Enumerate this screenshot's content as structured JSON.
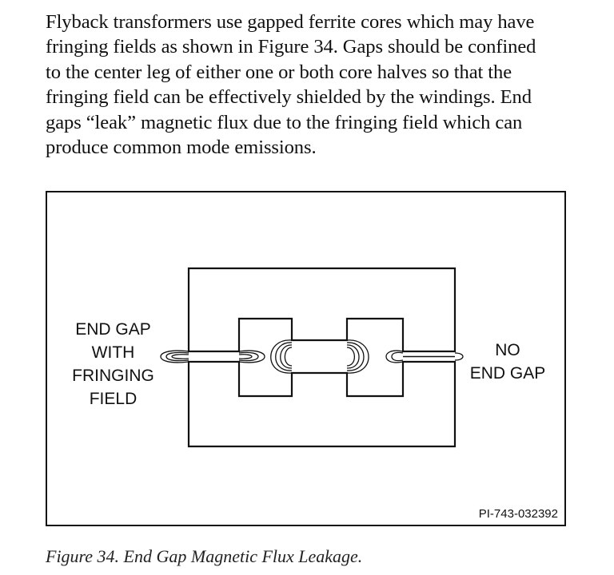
{
  "paragraph": {
    "lines": [
      "Flyback transformers use gapped ferrite cores which may have",
      "fringing fields as shown in Figure 34.  Gaps should be confined",
      "to the center leg of either one or both core halves so that the",
      "fringing field can be effectively shielded by the windings.  End",
      "gaps “leak” magnetic flux due to the fringing field which can",
      "produce common mode emissions."
    ]
  },
  "figure": {
    "label_left": [
      "END GAP",
      "WITH",
      "FRINGING",
      "FIELD"
    ],
    "label_right": [
      "NO",
      "END GAP"
    ],
    "figure_id": "PI-743-032392",
    "caption": "Figure 34. End Gap Magnetic Flux Leakage."
  }
}
